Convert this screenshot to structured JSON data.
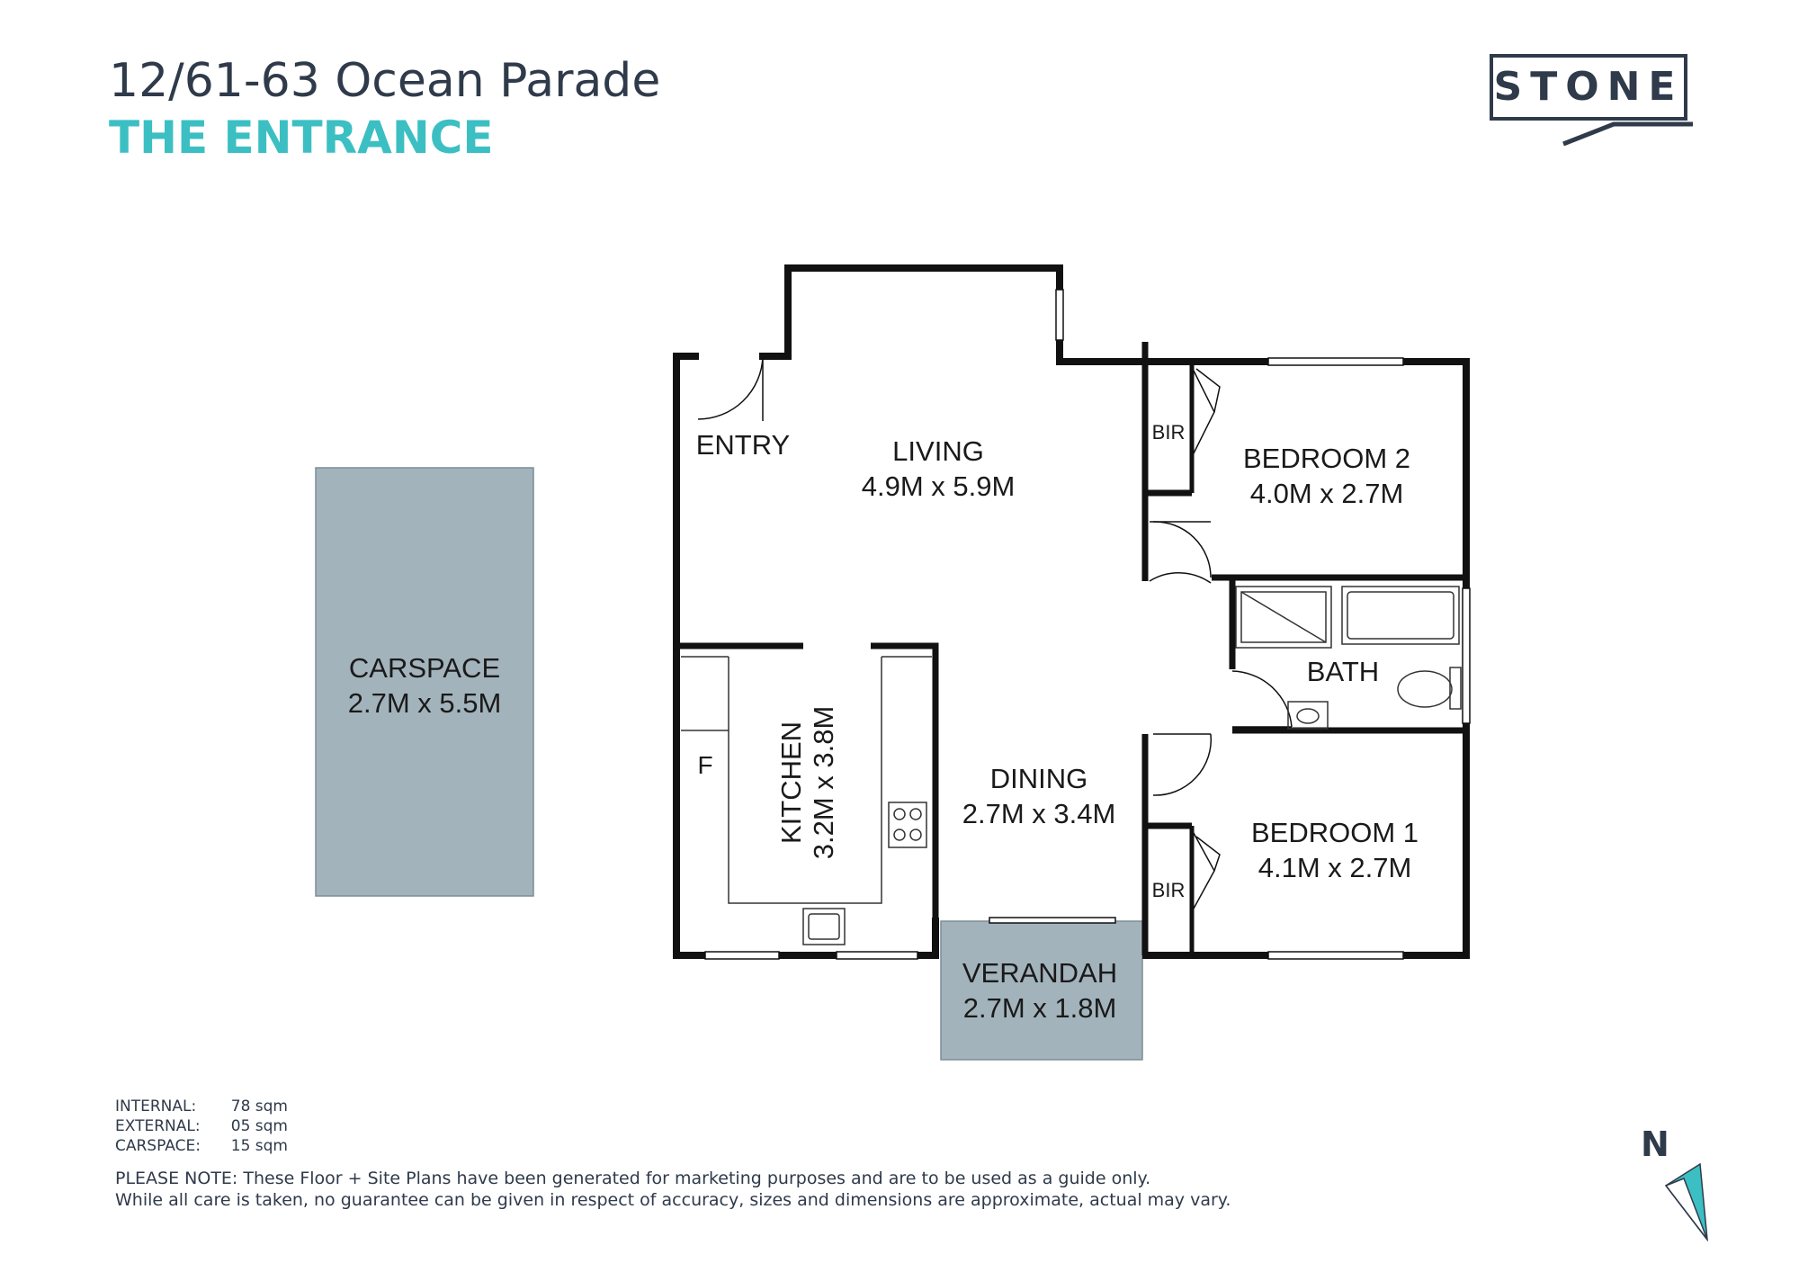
{
  "header": {
    "address": "12/61-63 Ocean Parade",
    "suburb": "THE ENTRANCE"
  },
  "logo": {
    "text": "STONE"
  },
  "rooms": {
    "entry": {
      "name": "ENTRY"
    },
    "living": {
      "name": "LIVING",
      "size": "4.9M x 5.9M"
    },
    "bedroom2": {
      "name": "BEDROOM 2",
      "size": "4.0M x 2.7M"
    },
    "bir_top": {
      "name": "BIR"
    },
    "bath": {
      "name": "BATH"
    },
    "kitchen": {
      "name": "KITCHEN",
      "size": "3.2M x 3.8M"
    },
    "fridge": {
      "name": "F"
    },
    "dining": {
      "name": "DINING",
      "size": "2.7M x 3.4M"
    },
    "bedroom1": {
      "name": "BEDROOM 1",
      "size": "4.1M x 2.7M"
    },
    "bir_bottom": {
      "name": "BIR"
    },
    "verandah": {
      "name": "VERANDAH",
      "size": "2.7M x 1.8M"
    },
    "carspace": {
      "name": "CARSPACE",
      "size": "2.7M x 5.5M"
    }
  },
  "areas": [
    {
      "label": "INTERNAL:",
      "value": "78 sqm"
    },
    {
      "label": "EXTERNAL:",
      "value": "05 sqm"
    },
    {
      "label": "CARSPACE:",
      "value": "15 sqm"
    }
  ],
  "disclaimer": {
    "line1": "PLEASE NOTE: These Floor + Site Plans have been generated for marketing purposes and are to be used as a guide only.",
    "line2": "While all care is taken, no guarantee can be given in respect of accuracy, sizes and dimensions are approximate, actual may vary."
  },
  "north": {
    "label": "N"
  },
  "colors": {
    "title": "#2f3a4a",
    "accent": "#3cbfc3",
    "outdoor_fill": "#a3b3bc",
    "wall": "#111111"
  }
}
